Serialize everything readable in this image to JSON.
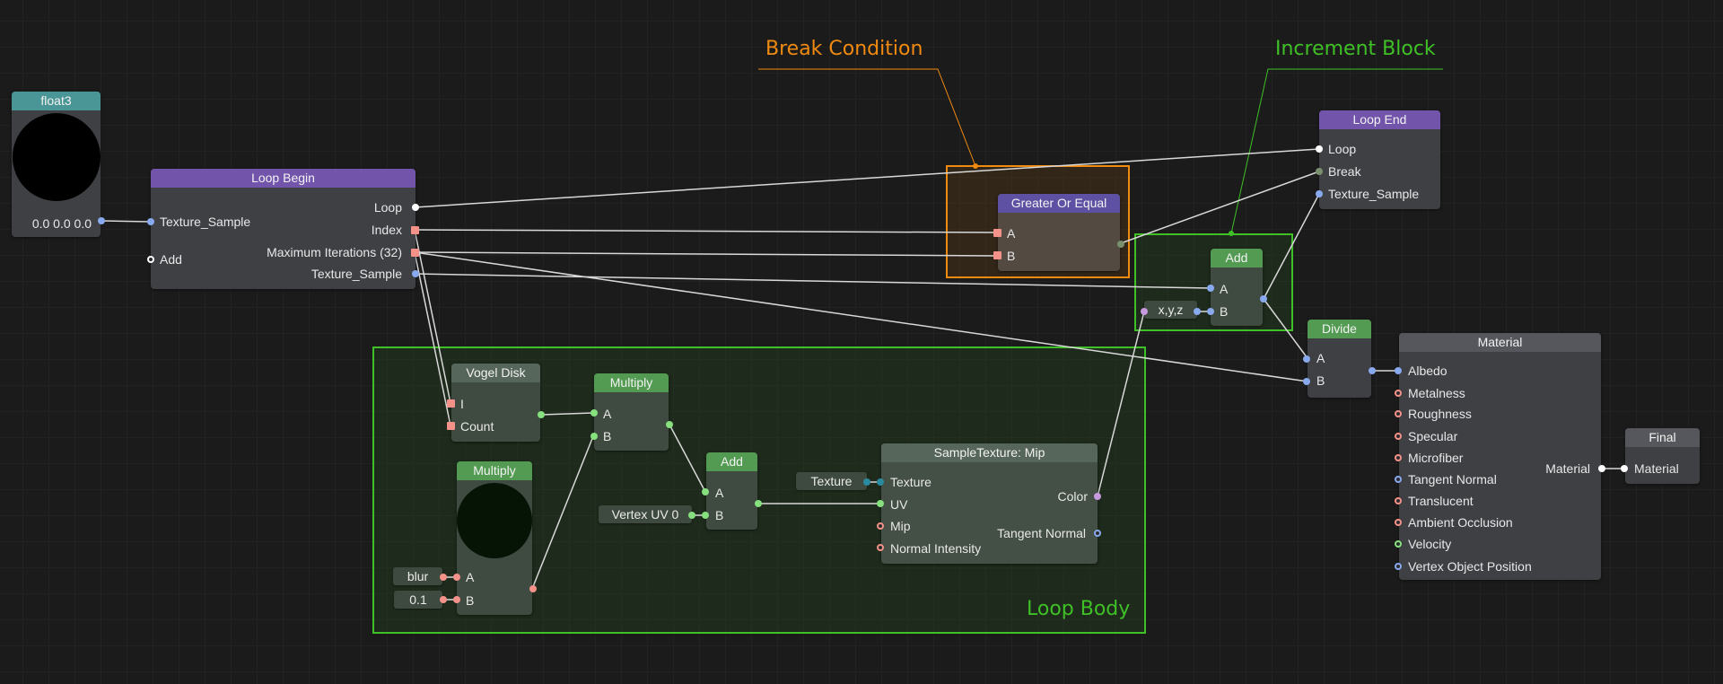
{
  "colors": {
    "background": "#1b1b1b",
    "loop_header": "#7254ab",
    "math_header": "#539b52",
    "float_header": "#4a9595",
    "material_header": "#56575c",
    "group_orange": "#f08a10",
    "group_green": "#3fc026",
    "pin_white": "#ffffff",
    "pin_blue": "#89a9ee",
    "pin_red": "#f4928a",
    "pin_green": "#86e07e",
    "pin_purple": "#c79ae0",
    "pin_teal": "#2a8aa0",
    "pin_bool": "#7a8f6e"
  },
  "groups": {
    "break_condition": {
      "title": "Break Condition"
    },
    "increment_block": {
      "title": "Increment Block"
    },
    "loop_body": {
      "title": "Loop Body"
    }
  },
  "nodes": {
    "float3": {
      "title": "float3",
      "value": "0.0 0.0 0.0"
    },
    "loop_begin": {
      "title": "Loop Begin",
      "inputs": [
        "Texture_Sample",
        "Add"
      ],
      "outputs": [
        "Loop",
        "Index",
        "Maximum Iterations (32)",
        "Texture_Sample"
      ]
    },
    "greater_or_equal": {
      "title": "Greater Or Equal",
      "inputs": [
        "A",
        "B"
      ]
    },
    "loop_end": {
      "title": "Loop End",
      "inputs": [
        "Loop",
        "Break",
        "Texture_Sample"
      ]
    },
    "add_increment": {
      "title": "Add",
      "inputs": [
        "A",
        "B"
      ]
    },
    "xyz_const": {
      "label": "x,y,z"
    },
    "divide": {
      "title": "Divide",
      "inputs": [
        "A",
        "B"
      ]
    },
    "material": {
      "title": "Material",
      "inputs": [
        "Albedo",
        "Metalness",
        "Roughness",
        "Specular",
        "Microfiber",
        "Tangent Normal",
        "Translucent",
        "Ambient Occlusion",
        "Velocity",
        "Vertex Object Position"
      ],
      "output": "Material"
    },
    "final": {
      "title": "Final",
      "input": "Material"
    },
    "vogel_disk": {
      "title": "Vogel Disk",
      "inputs": [
        "I",
        "Count"
      ]
    },
    "multiply_top": {
      "title": "Multiply",
      "inputs": [
        "A",
        "B"
      ]
    },
    "multiply_preview": {
      "title": "Multiply",
      "inputs": [
        "A",
        "B"
      ]
    },
    "blur_const": {
      "label": "blur"
    },
    "value_const": {
      "label": "0.1"
    },
    "add_body": {
      "title": "Add",
      "inputs": [
        "A",
        "B"
      ]
    },
    "vertex_uv_const": {
      "label": "Vertex UV 0"
    },
    "texture_const": {
      "label": "Texture"
    },
    "sample_texture": {
      "title": "SampleTexture: Mip",
      "inputs": [
        "Texture",
        "UV",
        "Mip",
        "Normal Intensity"
      ],
      "outputs": [
        "Color",
        "Tangent Normal"
      ]
    }
  }
}
